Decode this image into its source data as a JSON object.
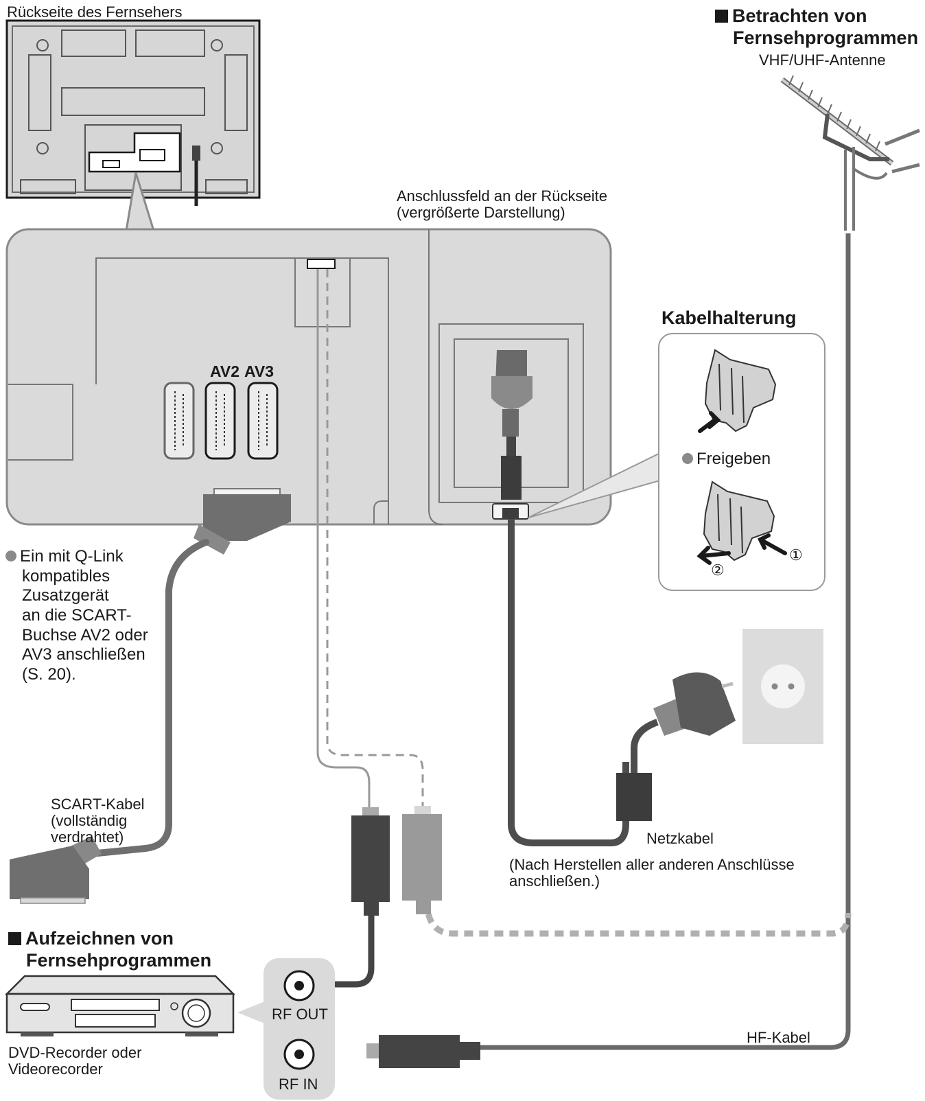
{
  "title_tv_back": "Rückseite des Fernsehers",
  "section_watch": {
    "heading_line1": "Betrachten von",
    "heading_line2": "Fernsehprogrammen",
    "antenna_label": "VHF/UHF-Antenne"
  },
  "panel_label": {
    "line1": "Anschlussfeld an der Rückseite",
    "line2": "(vergrößerte Darstellung)"
  },
  "scart_sockets": [
    "AV2",
    "AV3"
  ],
  "cable_holder": {
    "title": "Kabelhalterung",
    "release": "Freigeben",
    "step1": "①",
    "step2": "②"
  },
  "qlink_note": [
    "Ein mit Q-Link",
    "kompatibles",
    "Zusatzgerät",
    "an die SCART-",
    "Buchse AV2 oder",
    "AV3 anschließen",
    "(S. 20)."
  ],
  "scart_cable": [
    "SCART-Kabel",
    "(vollständig",
    "verdrahtet)"
  ],
  "power_cable": {
    "label": "Netzkabel",
    "note_line1": "(Nach Herstellen aller anderen Anschlüsse",
    "note_line2": "anschließen.)"
  },
  "section_record": {
    "heading_line1": "Aufzeichnen von",
    "heading_line2": "Fernsehprogrammen"
  },
  "recorder_label": [
    "DVD-Recorder oder",
    "Videorecorder"
  ],
  "rf_out": "RF OUT",
  "rf_in": "RF IN",
  "hf_cable": "HF-Kabel"
}
